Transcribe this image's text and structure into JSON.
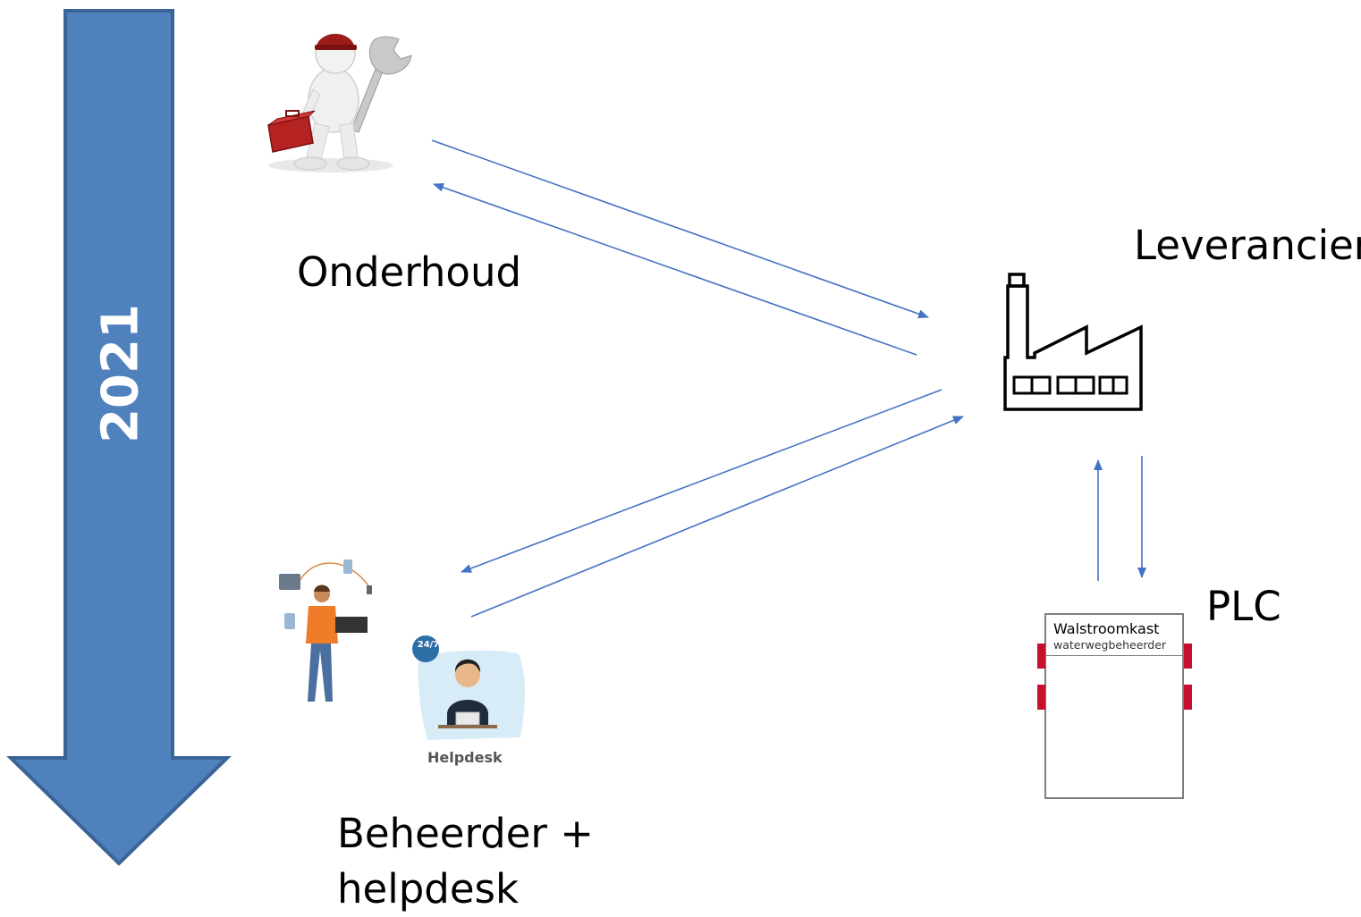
{
  "timeline": {
    "year": "2021",
    "arrow_color": "#4f81bd",
    "arrow_border": "#3a6496"
  },
  "nodes": {
    "onderhoud": {
      "label": "Onderhoud",
      "icon": "mechanic-with-wrench-icon"
    },
    "leverancier": {
      "label": "Leverancier",
      "icon": "factory-icon"
    },
    "beheerder": {
      "label_line1": "Beheerder +",
      "label_line2": "helpdesk",
      "icon": "it-worker-icon"
    },
    "helpdesk": {
      "caption": "Helpdesk",
      "badge": "24/7",
      "icon": "helpdesk-operator-icon"
    },
    "plc": {
      "label": "PLC"
    },
    "cabinet": {
      "title": "Walstroomkast",
      "subtitle": "waterwegbeheerder",
      "hinge_color": "#c8102e"
    }
  },
  "connector_color": "#4472c4"
}
